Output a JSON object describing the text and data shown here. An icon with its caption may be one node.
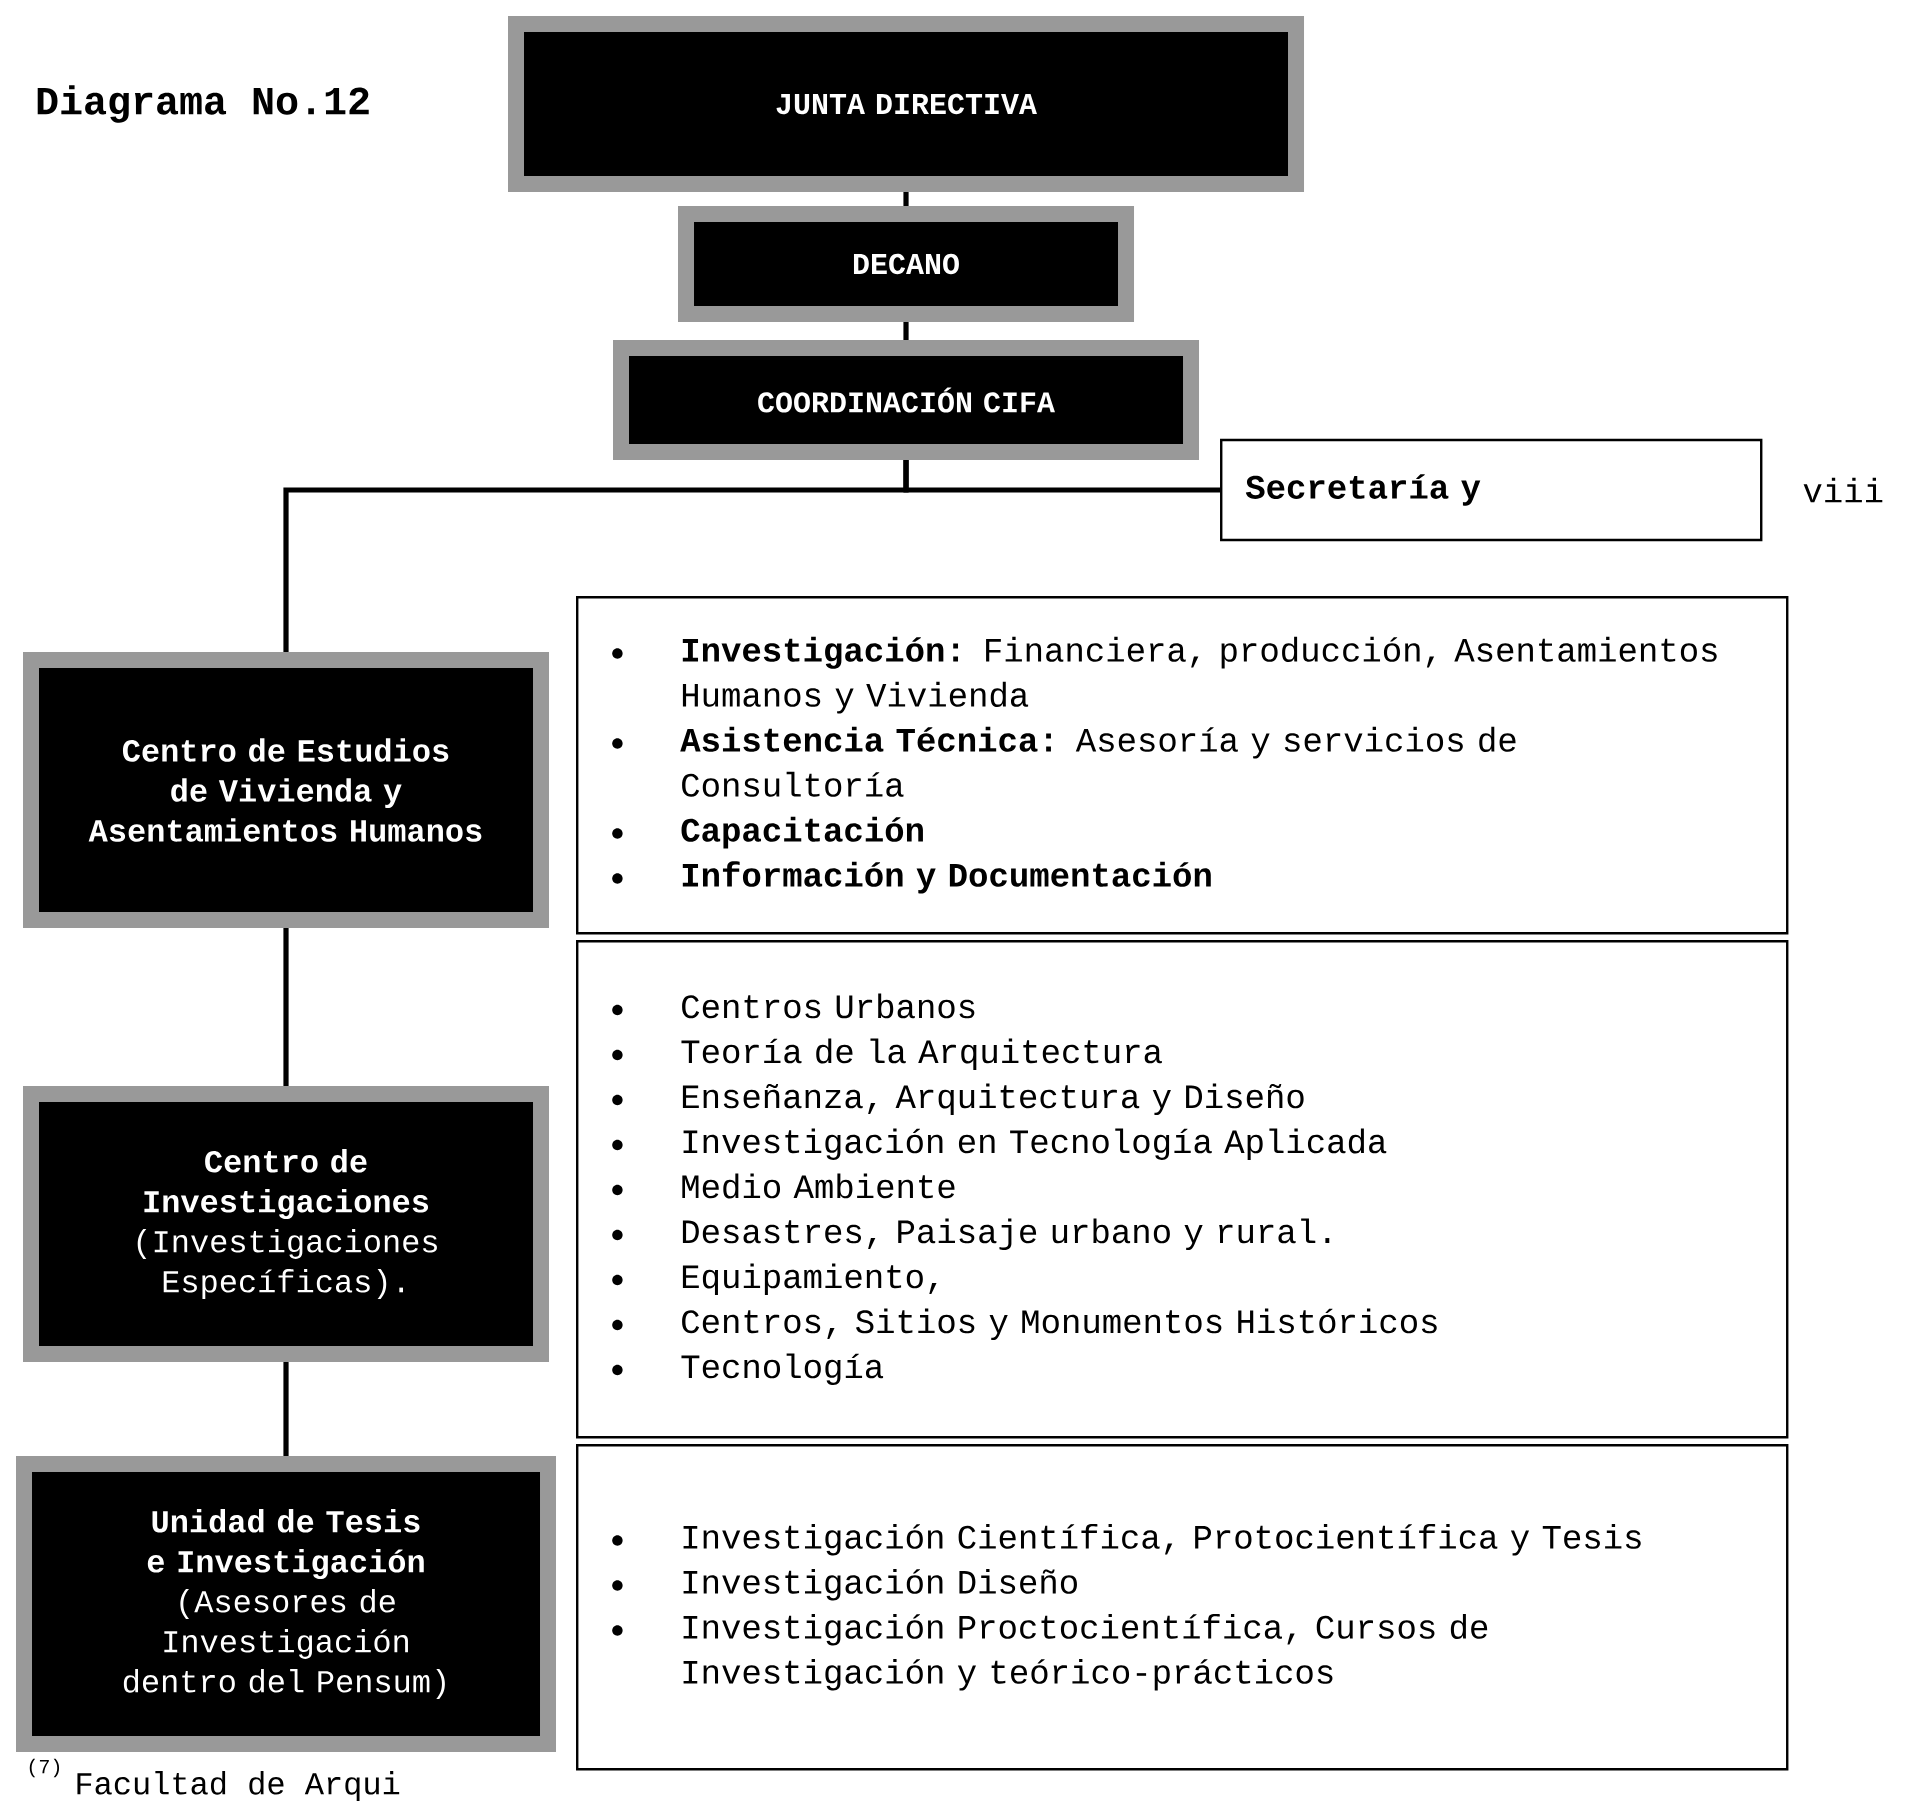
{
  "diagram": {
    "title": "Diagrama No.12",
    "nodes": [
      {
        "text": [
          "JUNTA DIRECTIVA"
        ]
      },
      {
        "text": [
          "DECANO"
        ]
      },
      {
        "text": [
          "COORDINACIÓN CIFA"
        ]
      },
      {
        "text": [
          "Secretaría y"
        ]
      },
      {
        "text": [
          "Centro de Estudios de Vivienda y Asentamientos Humanos"
        ]
      },
      {
        "text": [
          "**Investigación:** Financiera, producción, Asentamientos Humanos y Vivienda",
          "**Asistencia Técnica:** Asesoría y servicios de Consultoría",
          "Capacitación",
          "Información y Documentación"
        ]
      },
      {
        "text": [
          "Centro de Investigaciones",
          "(Investigaciones Específicas)."
        ]
      },
      {
        "text": [
          "Centros Urbanos",
          "Teoría de la Arquitectura",
          "Enseñanza, Arquitectura y Diseño",
          "Investigación en Tecnología Aplicada",
          "Medio Ambiente",
          "Desastres, Paisaje urbano y rural.",
          "Equipamiento,",
          "Centros, Sitios y Monumentos Históricos",
          "Tecnología"
        ]
      },
      {
        "text": [
          "Unidad de Tesis e Investigación",
          "(Asesores de Investigación dentro del Pensum)"
        ]
      },
      {
        "text": [
          "Investigación Científica, Protocientífica y Tesis",
          "Investigación Diseño",
          "Investigación Proctocientífica, Cursos de Investigación y teórico-prácticos"
        ]
      }
    ],
    "edges": [
      {
        "from": 0,
        "to": 1,
        "arrow": "none"
      },
      {
        "from": 1,
        "to": 2,
        "arrow": "none"
      },
      {
        "from": 2,
        "to": 3,
        "arrow": "none"
      },
      {
        "from": 2,
        "to": 4,
        "arrow": "none"
      },
      {
        "from": 4,
        "to": 6,
        "arrow": "none"
      },
      {
        "from": 6,
        "to": 8,
        "arrow": "none"
      }
    ],
    "labels": [
      "viii",
      "(7)",
      "Facultad de Arqui"
    ]
  }
}
